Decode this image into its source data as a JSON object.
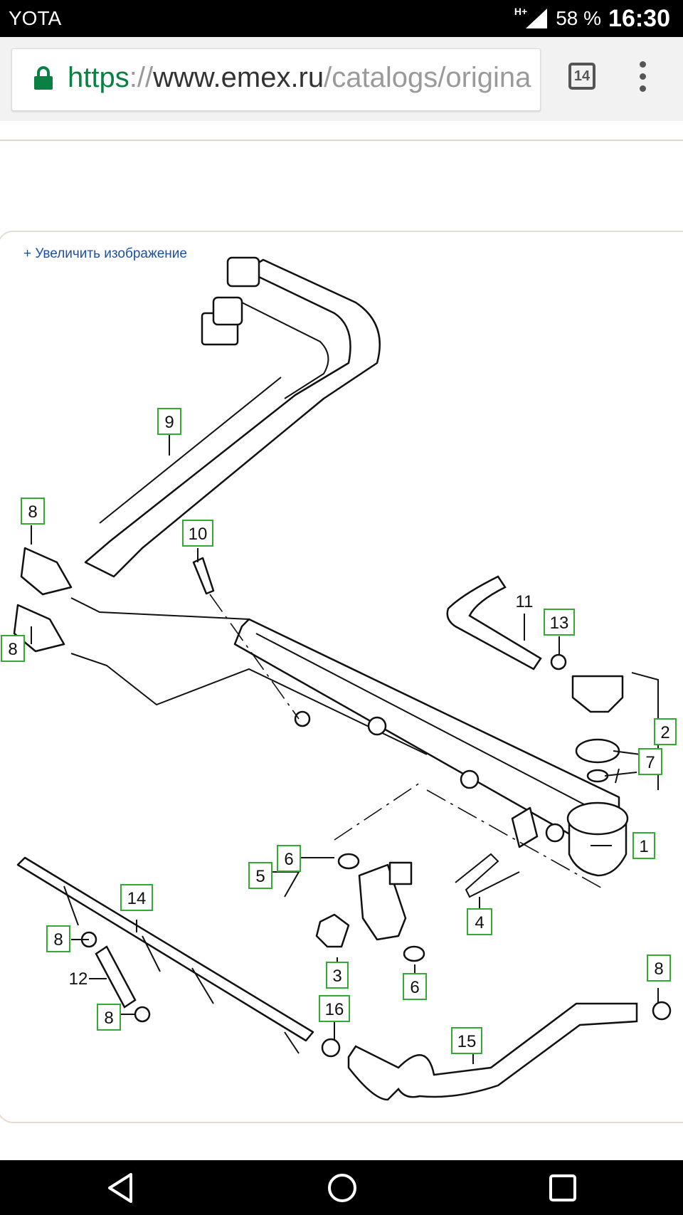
{
  "status_bar": {
    "carrier": "YOTA",
    "network_type": "H+",
    "signal_icon": "signal-icon",
    "battery": "58 %",
    "time": "16:30"
  },
  "browser": {
    "url_scheme": "https",
    "url_sep": "://",
    "url_host": "www.emex.ru",
    "url_path": "/catalogs/origina",
    "tab_count": "14",
    "lock_icon": "lock-icon",
    "menu_icon": "overflow-menu-icon"
  },
  "page": {
    "zoom_link": "+ Увеличить изображение",
    "callouts": {
      "c1": "1",
      "c2": "2",
      "c3": "3",
      "c4": "4",
      "c5": "5",
      "c6a": "6",
      "c6b": "6",
      "c7": "7",
      "c8a": "8",
      "c8b": "8",
      "c8c": "8",
      "c8d": "8",
      "c8e": "8",
      "c9": "9",
      "c10": "10",
      "c11": "11",
      "c12": "12",
      "c13": "13",
      "c14": "14",
      "c15": "15",
      "c16": "16"
    }
  },
  "nav": {
    "back_icon": "back-icon",
    "home_icon": "home-icon",
    "recents_icon": "recents-icon"
  },
  "colors": {
    "https_green": "#0b8043",
    "link_blue": "#1f4fa0",
    "callout_border": "#33aa33"
  }
}
